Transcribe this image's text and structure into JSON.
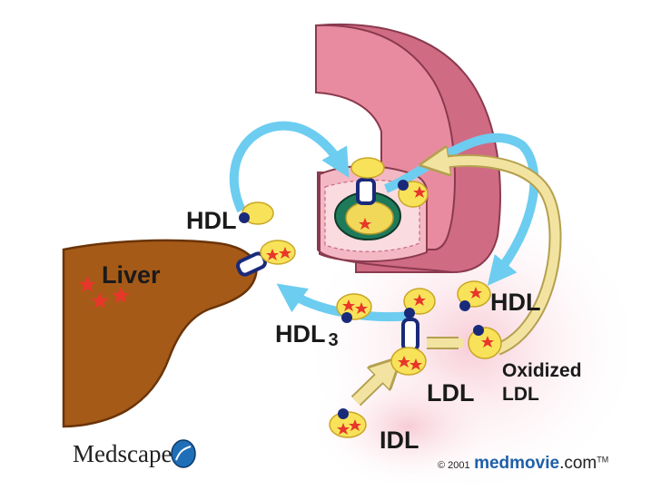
{
  "labels": {
    "hdl_top": "HDL",
    "liver": "Liver",
    "hdl_right": "HDL",
    "hdl3_main": "HDL",
    "hdl3_sub": "3",
    "oxidized": "Oxidized",
    "oxidized_ldl": "LDL",
    "ldl": "LDL",
    "idl": "IDL"
  },
  "branding": {
    "logo": "Medscape",
    "copyright": "© 2001",
    "site_brand": "medmovie",
    "site_suffix": ".com",
    "trademark": "TM"
  },
  "colors": {
    "artery": "#e8849a",
    "artery_dark": "#c4607a",
    "artery_lumen": "#f4b8c4",
    "liver": "#a55a18",
    "arrow_blue": "#6ccdf0",
    "arrow_cream": "#f2e4a0",
    "particle": "#f7e25a",
    "star": "#e8372a",
    "dot": "#1a2a7a",
    "plaque": "#1f7a5a",
    "receptor": "#1a2a7a"
  }
}
